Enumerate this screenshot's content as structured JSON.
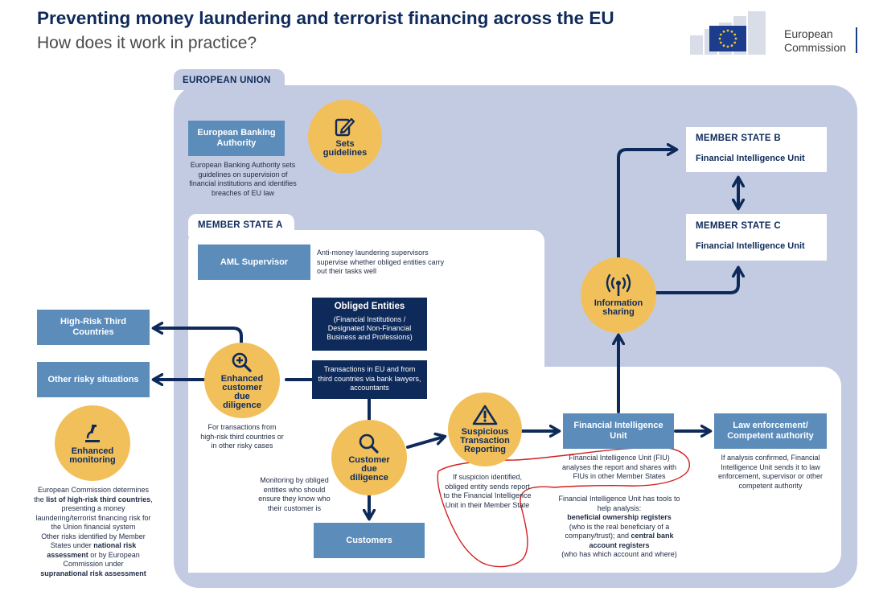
{
  "header": {
    "title": "Preventing money laundering and terrorist financing across the EU",
    "subtitle": "How does it work in practice?",
    "logo_line1": "European",
    "logo_line2": "Commission"
  },
  "regions": {
    "eu": "EUROPEAN UNION",
    "member_state_a": "MEMBER STATE A",
    "member_state_b": "MEMBER STATE B",
    "member_state_c": "MEMBER STATE C"
  },
  "boxes": {
    "eba": "European Banking Authority",
    "aml_supervisor": "AML Supervisor",
    "obliged_entities_title": "Obliged Entities",
    "obliged_entities_sub": "(Financial Institutions / Designated Non-Financial Business and Professions)",
    "transactions": "Transactions in EU and from third countries via bank lawyers, accountants",
    "high_risk_third_countries": "High-Risk Third Countries",
    "other_risky_situations": "Other risky situations",
    "customers": "Customers",
    "fiu": "Financial  Intelligence Unit",
    "law_enforcement": "Law enforcement/ Competent authority",
    "fiu_b": "Financial  Intelligence Unit",
    "fiu_c": "Financial  Intelligence Unit"
  },
  "circles": {
    "sets_guidelines": "Sets guidelines",
    "enhanced_cdd": "Enhanced customer due diligence",
    "enhanced_monitoring": "Enhanced monitoring",
    "customer_dd": "Customer due diligence",
    "str": "Suspicious Transaction Reporting",
    "info_sharing": "Information sharing"
  },
  "notes": {
    "eba": "European Banking Authority sets guidelines on supervision of financial institutions and identifies breaches of EU law",
    "aml": "Anti-money laundering supervisors supervise whether obliged entities carry out their tasks well",
    "enhanced_cdd": "For transactions from high-risk third countries or in other risky cases",
    "customer_dd": "Monitoring by obliged entities who should ensure they know who their customer is",
    "str": "If suspicion identified, obliged entity sends report to the Financial Intelligence Unit in their Member State",
    "fiu_1": "Financial Intelligence Unit (FIU) analyses the report and shares with FIUs in other Member States",
    "fiu_2a": "Financial Intelligence Unit has tools to help analysis:",
    "fiu_2b": "beneficial ownership registers",
    "fiu_2c": "(who is the real beneficiary of a company/trust); and",
    "fiu_2d": "central bank account registers",
    "fiu_2e": "(who has which account and where)",
    "law": "If analysis confirmed, Financial Intelligence Unit sends it to law enforcement, supervisor or other competent authority",
    "mon_1": "European Commission determines the",
    "mon_2": "list of high-risk third countries",
    "mon_3": ", presenting a money laundering/terrorist financing risk for the Union financial system",
    "mon_4": "Other risks identified by Member States under",
    "mon_5": "national risk assessment",
    "mon_6": "or by European Commission under",
    "mon_7": "supranational risk assessment"
  },
  "colors": {
    "navy": "#0e2a5a",
    "blue_box": "#5b8cba",
    "yellow": "#f2c05a",
    "eu_region": "#c3cbe2",
    "annotation_red": "#d42020"
  },
  "icons": [
    "pencil-document-icon",
    "magnifier-plus-icon",
    "microscope-icon",
    "magnifier-icon",
    "warning-triangle-icon",
    "broadcast-antenna-icon"
  ]
}
